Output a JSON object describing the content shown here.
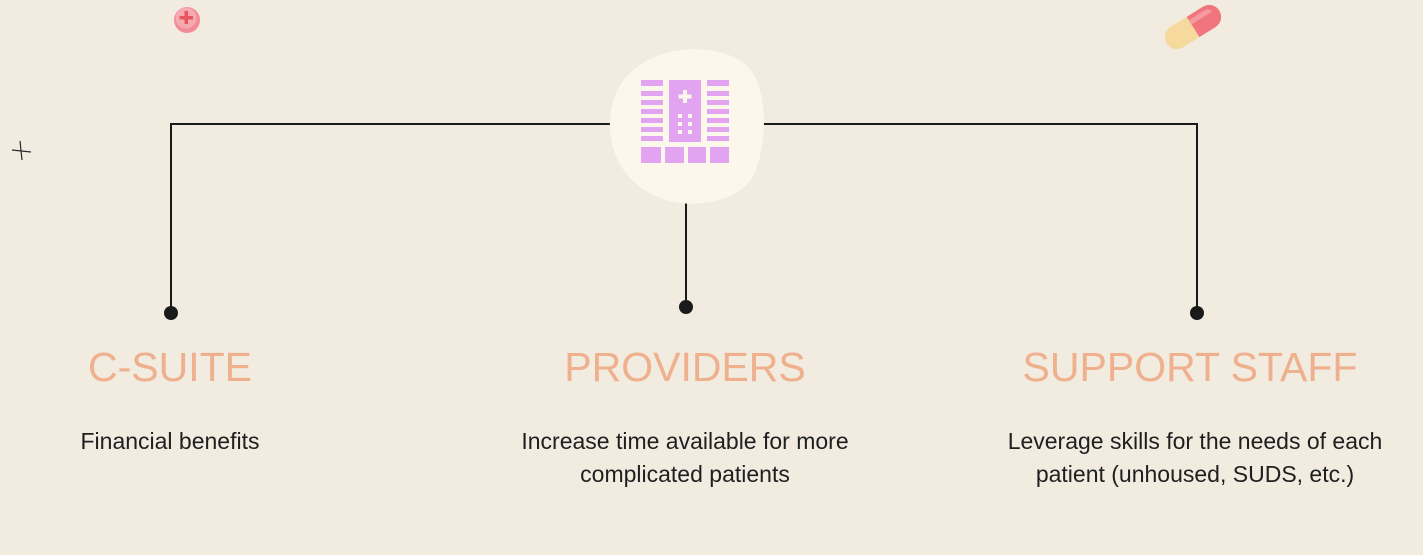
{
  "hub": {
    "icon": "hospital-building-icon"
  },
  "decorations": {
    "top_left": "medical-cross-badge-icon",
    "top_right": "pill-capsule-icon",
    "left": "sparkle-cross-icon"
  },
  "branches": [
    {
      "title": "C-SUITE",
      "description": "Financial benefits"
    },
    {
      "title": "PROVIDERS",
      "description": "Increase time available for more complicated patients"
    },
    {
      "title": "SUPPORT STAFF",
      "description": "Leverage skills for the needs of each patient (unhoused, SUDS, etc.)"
    }
  ],
  "colors": {
    "background": "#f1ebe0",
    "hub_fill": "#fbf7ea",
    "icon": "#e2a4f0",
    "heading": "#efb08e",
    "line": "#1a1a1a",
    "pill_red": "#f0757d",
    "pill_cream": "#f6d99c",
    "badge_pink": "#f28c97"
  }
}
